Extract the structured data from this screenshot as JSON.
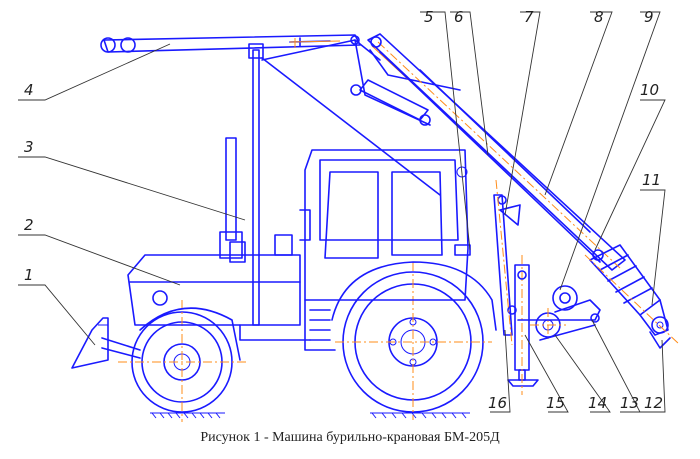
{
  "caption": "Рисунок 1 - Машина бурильно-крановая  БМ-205Д",
  "callouts": {
    "c1": "1",
    "c2": "2",
    "c3": "3",
    "c4": "4",
    "c5": "5",
    "c6": "6",
    "c7": "7",
    "c8": "8",
    "c9": "9",
    "c10": "10",
    "c11": "11",
    "c12": "12",
    "c13": "13",
    "c14": "14",
    "c15": "15",
    "c16": "16"
  },
  "colors": {
    "outline": "#1a1aff",
    "axis": "#ff8c1a",
    "text": "#222222"
  }
}
